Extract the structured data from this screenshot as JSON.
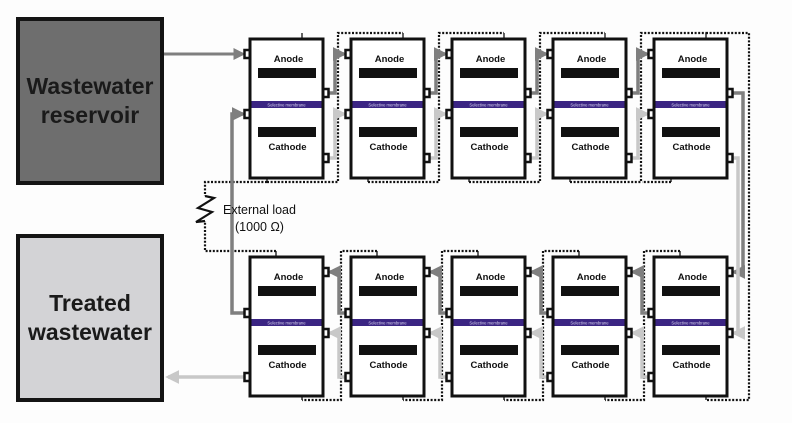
{
  "figure": {
    "title": "Stacked microbial fuel cell array for wastewater treatment"
  },
  "reservoirs": {
    "inlet": {
      "label": "Wastewater\nreservoir",
      "fill": "#6e6e6e"
    },
    "outlet": {
      "label": "Treated\nwastewater",
      "fill": "#d3d3d6"
    }
  },
  "external_load": {
    "label": "External load",
    "value": "(1000 Ω)"
  },
  "cell_labels": {
    "anode": "Anode",
    "cathode": "Cathode",
    "membrane": "Selective membrane"
  },
  "colors": {
    "membrane": "#3b2583",
    "anode_flow": "#7f7f7f",
    "cathode_flow": "#c8c8c8",
    "outline": "#111111",
    "electrode": "#111111"
  },
  "rows": [
    {
      "id": "top",
      "cells": 5,
      "flow_direction": "left-to-right"
    },
    {
      "id": "bottom",
      "cells": 5,
      "flow_direction": "right-to-left"
    }
  ]
}
